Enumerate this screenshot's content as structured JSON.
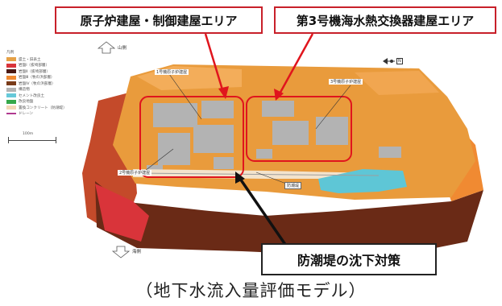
{
  "callouts": {
    "reactor_area": "原子炉建屋・制御建屋エリア",
    "hx_area": "第3号機海水熱交換器建屋エリア",
    "seawall_measure": "防潮堤の沈下対策"
  },
  "caption": "（地下水流入量評価モデル）",
  "legend": {
    "title": "凡例",
    "items": [
      {
        "label": "盛土・旧表土",
        "color": "#e6a146"
      },
      {
        "label": "岩盤Ⅰ（抜崎部層）",
        "color": "#d9343a"
      },
      {
        "label": "岩盤Ⅱ（抜崎部層）",
        "color": "#4b1a14"
      },
      {
        "label": "岩盤Ⅲ（牧の浜部層）",
        "color": "#f08a32"
      },
      {
        "label": "岩盤Ⅳ（牧の浜部層）",
        "color": "#7a3c1a"
      },
      {
        "label": "構造物",
        "color": "#b3b3b3"
      },
      {
        "label": "セメント改良土",
        "color": "#66c9d9"
      },
      {
        "label": "改良地盤",
        "color": "#35a84a"
      },
      {
        "label": "置換コンクリート（防潮堤）",
        "color": "#f3d8b6"
      },
      {
        "label": "ドレーン",
        "color": "#b0398f",
        "line": true
      }
    ],
    "scale": "100m"
  },
  "labels": {
    "mountain": "山側",
    "sea": "海側",
    "north": "N",
    "unit1": "1号機原子炉建屋",
    "unit2": "2号機原子炉建屋",
    "unit3": "3号機原子炉建屋",
    "seawall": "防潮堤"
  }
}
